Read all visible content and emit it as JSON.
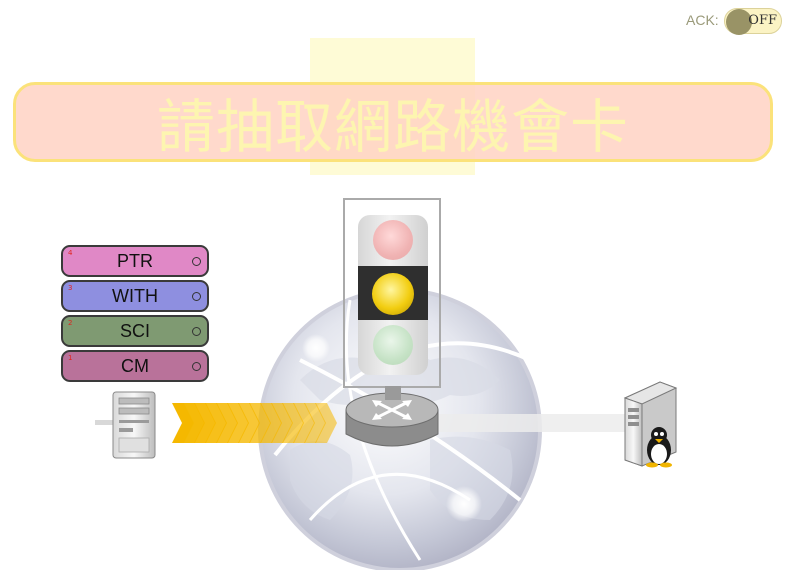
{
  "ack": {
    "label": "ACK:",
    "state": "OFF"
  },
  "title": "請抽取網路機會卡",
  "layers": [
    {
      "number": "4",
      "label": "PTR",
      "color": "#e088c6"
    },
    {
      "number": "3",
      "label": "WITH",
      "color": "#8e8fe0"
    },
    {
      "number": "2",
      "label": "SCI",
      "color": "#7f9a72"
    },
    {
      "number": "1",
      "label": "CM",
      "color": "#b9729a"
    }
  ],
  "traffic_light": {
    "active": "yellow"
  },
  "icons": {
    "client": "client-computer-icon",
    "router": "router-icon",
    "server": "linux-server-icon",
    "network": "globe-network-icon",
    "transfer": "data-transfer-arrows-icon"
  },
  "colors": {
    "title_banner": "#ffd2c3",
    "title_text": "#fdf5b0",
    "arrow": "#f5b800"
  }
}
